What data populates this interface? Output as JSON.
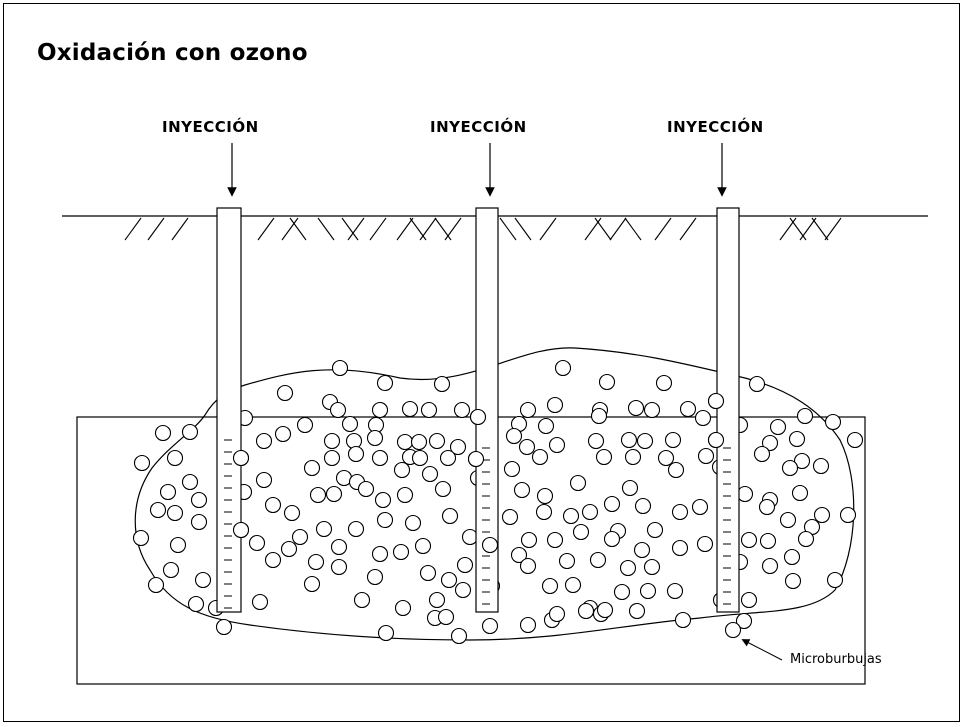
{
  "title": "Oxidación con ozono",
  "injections": [
    {
      "label": "INYECCIÓN"
    },
    {
      "label": "INYECCIÓN"
    },
    {
      "label": "INYECCIÓN"
    }
  ],
  "callout": {
    "label": "Microburbujas"
  },
  "colors": {
    "line": "#000000",
    "background": "#ffffff"
  },
  "icons": [
    "down-arrow-icon",
    "ground-hatch",
    "bubble-circle"
  ]
}
